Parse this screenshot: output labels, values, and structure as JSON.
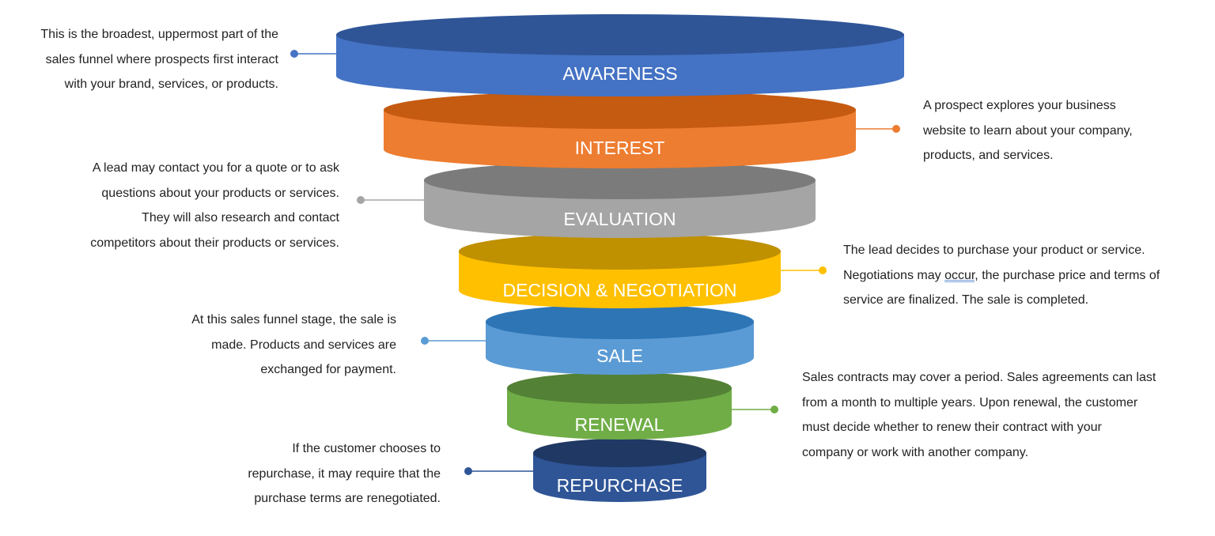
{
  "diagram": {
    "type": "sales-funnel",
    "stages": [
      {
        "label": "AWARENESS",
        "top_color": "#2F5597",
        "side_color": "#4472C4",
        "callout_side": "left",
        "description": [
          "This is the broadest, uppermost part of the",
          "sales funnel where prospects first interact",
          "with your brand, services, or products."
        ]
      },
      {
        "label": "INTEREST",
        "top_color": "#C55A11",
        "side_color": "#ED7D31",
        "callout_side": "right",
        "description": [
          "A prospect explores your business",
          "website to learn about your company,",
          "products, and services."
        ]
      },
      {
        "label": "EVALUATION",
        "top_color": "#7B7B7B",
        "side_color": "#A5A5A5",
        "callout_side": "left",
        "description": [
          "A lead may contact you for a quote or to ask",
          "questions about your products or services.",
          "They will also research and contact",
          "competitors about their products or services."
        ]
      },
      {
        "label": "DECISION & NEGOTIATION",
        "top_color": "#BF9000",
        "side_color": "#FFC000",
        "callout_side": "right",
        "description": [
          "The lead decides to purchase your product or service.",
          "Negotiations may occur, the purchase price and terms of",
          "service are finalized. The sale is completed."
        ],
        "underlined_word": "occur,"
      },
      {
        "label": "SALE",
        "top_color": "#2E75B6",
        "side_color": "#5B9BD5",
        "callout_side": "left",
        "description": [
          "At this sales funnel stage, the sale is",
          "made. Products and services are",
          "exchanged for payment."
        ]
      },
      {
        "label": "RENEWAL",
        "top_color": "#538135",
        "side_color": "#70AD47",
        "callout_side": "right",
        "description": [
          "Sales contracts may cover a period. Sales agreements can last",
          "from a month to multiple years. Upon renewal, the customer",
          "must decide whether to renew their contract with your",
          "company or work with another company."
        ]
      },
      {
        "label": "REPURCHASE",
        "top_color": "#203864",
        "side_color": "#2F5597",
        "callout_side": "left",
        "description": [
          "If the customer chooses to",
          "repurchase, it may require that the",
          "purchase terms are renegotiated."
        ]
      }
    ]
  }
}
